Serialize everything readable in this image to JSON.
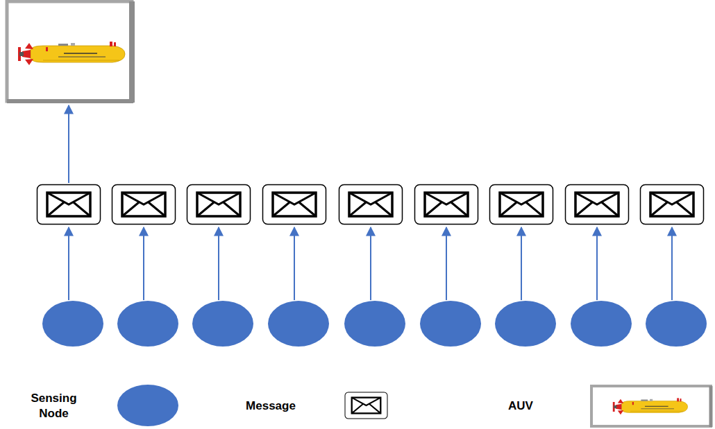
{
  "diagram": {
    "legend": [
      {
        "text": "Sensing Node"
      },
      {
        "text": "Message"
      },
      {
        "text": "AUV"
      }
    ]
  }
}
